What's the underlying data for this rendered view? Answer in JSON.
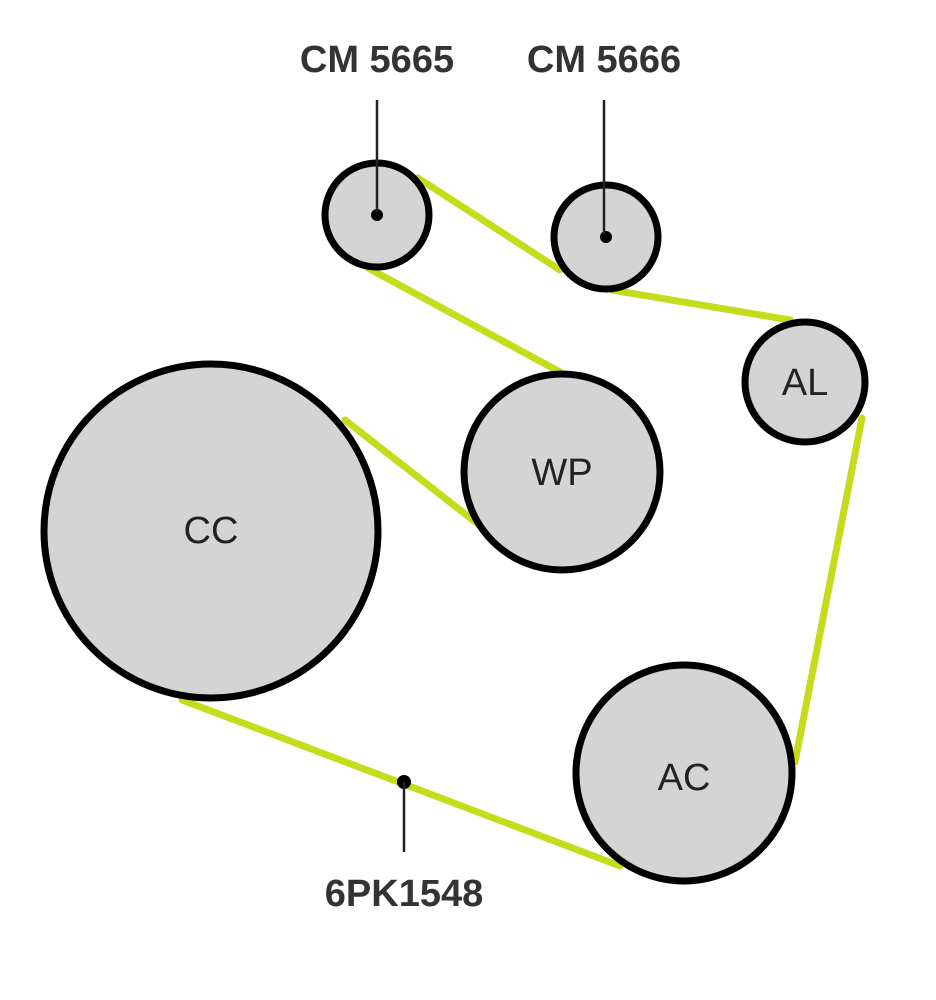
{
  "colors": {
    "belt": "#c5dc1c",
    "pulley_fill": "#d4d4d4",
    "pulley_outline": "#000000"
  },
  "pulleys": {
    "cm5665": {
      "label": ""
    },
    "cm5666": {
      "label": ""
    },
    "al": {
      "label": "AL"
    },
    "wp": {
      "label": "WP"
    },
    "cc": {
      "label": "CC"
    },
    "ac": {
      "label": "AC"
    }
  },
  "callouts": {
    "cm5665": "CM 5665",
    "cm5666": "CM 5666",
    "belt": "6PK1548"
  }
}
